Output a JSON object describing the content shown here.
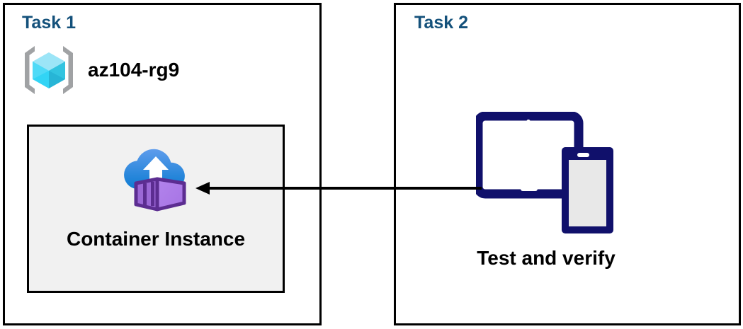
{
  "diagram": {
    "type": "azure-architecture-flow",
    "panels": [
      {
        "id": "task1",
        "label": "Task 1",
        "resource_group": {
          "icon": "azure-resource-group-icon",
          "name": "az104-rg9"
        },
        "resource": {
          "icon": "azure-container-instance-icon",
          "caption": "Container Instance"
        }
      },
      {
        "id": "task2",
        "label": "Task 2",
        "resource": {
          "icon": "devices-tablet-phone-icon",
          "caption": "Test and verify"
        }
      }
    ],
    "connector": {
      "name": "arrow-task2-to-container-instance",
      "direction": "right-to-left",
      "head": "left"
    }
  },
  "colors": {
    "task_label": "#14517B",
    "border": "#000000",
    "panel_fill": "#f1f1f1",
    "device_navy": "#10106B",
    "cloud_blue_light": "#5B9BEA",
    "cloud_blue_dark": "#0F7FD4",
    "container_purple": "#B07FE8",
    "container_purple_dark": "#5C2D91",
    "cube_cyan": "#32D4F5",
    "bracket_gray": "#A0A2A4"
  }
}
